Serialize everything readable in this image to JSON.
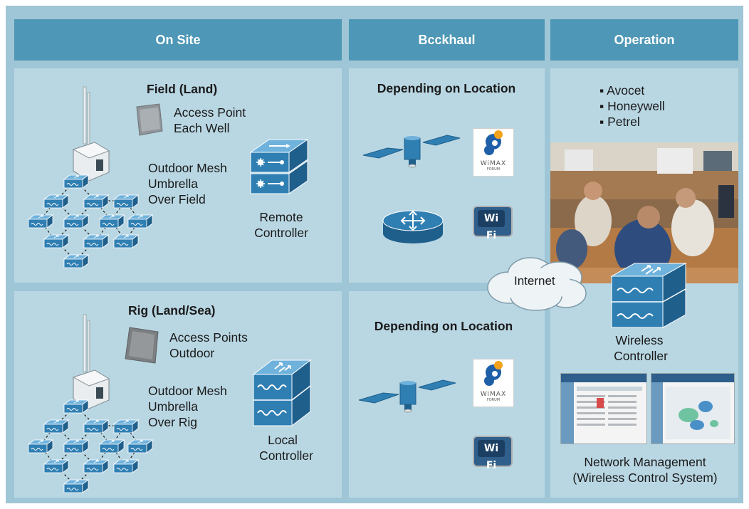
{
  "columns": {
    "on_site": "On Site",
    "backhaul": "Bcckhaul",
    "operation": "Operation"
  },
  "field": {
    "title": "Field (Land)",
    "ap_line1": "Access Point",
    "ap_line2": "Each Well",
    "mesh_line1": "Outdoor Mesh",
    "mesh_line2": "Umbrella",
    "mesh_line3": "Over Field",
    "controller_line1": "Remote",
    "controller_line2": "Controller"
  },
  "rig": {
    "title": "Rig (Land/Sea)",
    "ap_line1": "Access Points",
    "ap_line2": "Outdoor",
    "mesh_line1": "Outdoor Mesh",
    "mesh_line2": "Umbrella",
    "mesh_line3": "Over Rig",
    "controller_line1": "Local",
    "controller_line2": "Controller"
  },
  "backhaul_top": {
    "title": "Depending on Location"
  },
  "backhaul_bottom": {
    "title": "Depending on Location"
  },
  "logos": {
    "wimax": "WiMAX",
    "wimax_sub": "FORUM",
    "wifi": "Wi Fi"
  },
  "operation": {
    "bullets": [
      "Avocet",
      "Honeywell",
      "Petrel"
    ],
    "internet": "Internet",
    "wireless_line1": "Wireless",
    "wireless_line2": "Controller",
    "nm_line1": "Network Management",
    "nm_line2": "(Wireless Control System)"
  },
  "colors": {
    "header": "#4e97b6",
    "frame": "#9ec6d6",
    "panel": "#b9d7e3",
    "device_blue": "#2f7fb3"
  }
}
